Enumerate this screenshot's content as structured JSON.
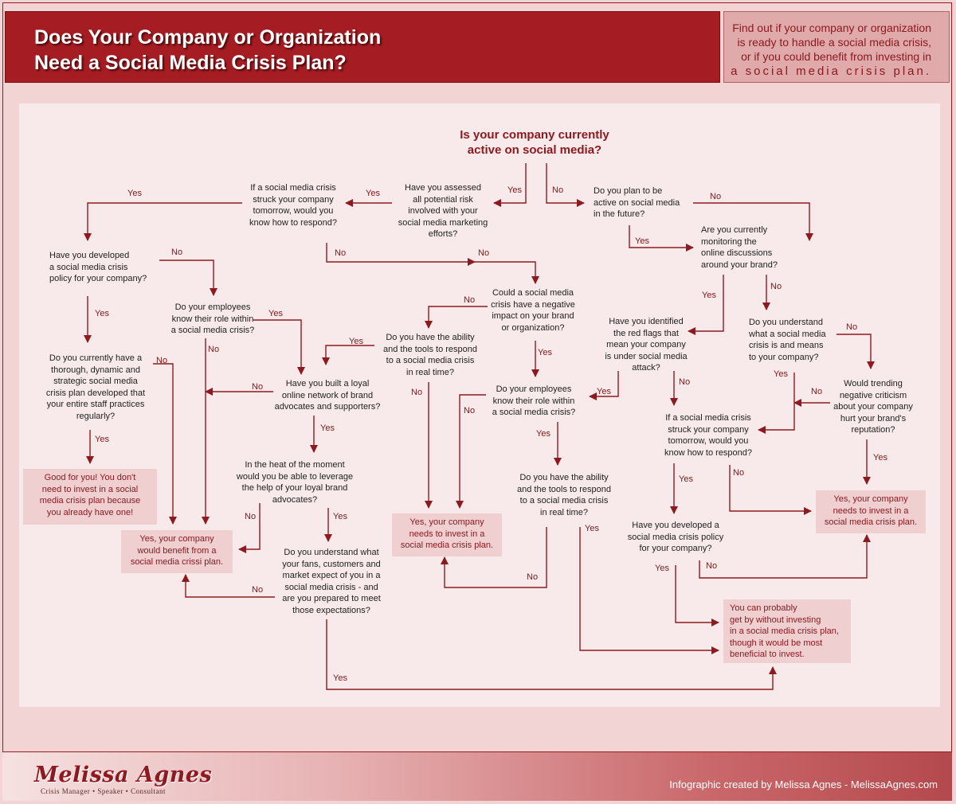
{
  "header": {
    "title_line1": "Does Your Company or Organization",
    "title_line2": "Need a Social Media Crisis Plan?",
    "sub_line1": "Find out if your company or organization",
    "sub_line2": "is ready to handle a social media crisis,",
    "sub_line3": "or if you could benefit from investing in",
    "sub_line4": "a social media crisis plan."
  },
  "footer": {
    "logo_name": "Melissa Agnes",
    "logo_tagline": "Crisis Manager • Speaker • Consultant",
    "credit": "Infographic created by Melissa Agnes - MelissaAgnes.com"
  },
  "flow": {
    "start": [
      "Is your company currently",
      "active on social media?"
    ],
    "assessed_risk": [
      "Have you assessed",
      "all potential risk",
      "involved with your",
      "social media marketing",
      "efforts?"
    ],
    "know_respond_1": [
      "If a social media crisis",
      "struck your company",
      "tomorrow, would you",
      "know how to respond?"
    ],
    "plan_future": [
      "Do you plan to be",
      "active on social media",
      "in the future?"
    ],
    "monitoring": [
      "Are you currently",
      "monitoring the",
      "online discussions",
      "around your brand?"
    ],
    "policy_1": [
      "Have you developed",
      "a social media crisis",
      "policy for your company?"
    ],
    "employees_role_1": [
      "Do your employees",
      "know their role within",
      "a social media crisis?"
    ],
    "negative_impact": [
      "Could a social media",
      "crisis have a negative",
      "impact on your brand",
      "or organization?"
    ],
    "ability_tools_1": [
      "Do you have the ability",
      "and the tools to respond",
      "to a social media crisis",
      "in real time?"
    ],
    "crisis_plan_current": [
      "Do you currently have a",
      "thorough, dynamic and",
      "strategic social media",
      "crisis plan developed that",
      "your entire staff practices",
      "regularly?"
    ],
    "loyal_network": [
      "Have you built a loyal",
      "online network of brand",
      "advocates and supporters?"
    ],
    "employees_role_2": [
      "Do your employees",
      "know their role within",
      "a social media crisis?"
    ],
    "red_flags": [
      "Have you identified",
      "the red flags that",
      "mean your company",
      "is under social media",
      "attack?"
    ],
    "understand_crisis": [
      "Do you understand",
      "what a social media",
      "crisis is and means",
      "to your company?"
    ],
    "trending_criticism": [
      "Would trending",
      "negative criticism",
      "about your company",
      "hurt your brand's",
      "reputation?"
    ],
    "leverage_advocates": [
      "In the heat of the moment",
      "would you be able to leverage",
      "the help of your loyal brand",
      "advocates?"
    ],
    "know_respond_2": [
      "If a social media crisis",
      "struck your company",
      "tomorrow, would you",
      "know how to respond?"
    ],
    "ability_tools_2": [
      "Do you have the ability",
      "and the tools to respond",
      "to a social media crisis",
      "in real time?"
    ],
    "understand_fans": [
      "Do you understand what",
      "your fans, customers and",
      "market expect of you in a",
      "social media crisis - and",
      "are you prepared to meet",
      "those expectations?"
    ],
    "policy_2": [
      "Have you developed a",
      "social media crisis policy",
      "for your company?"
    ],
    "result_good": [
      "Good for you! You don't",
      "need to invest in a social",
      "media crisis plan because",
      "you already have one!"
    ],
    "result_benefit": [
      "Yes, your company",
      "would benefit from a",
      "social media crissi plan."
    ],
    "result_needs_1": [
      "Yes, your company",
      "needs to invest in a",
      "social media crisis plan."
    ],
    "result_needs_2": [
      "Yes, your company",
      "needs to invest in a",
      "social media crisis plan."
    ],
    "result_probably": [
      "You can probably",
      "get by without investing",
      "in a social media crisis plan,",
      "though it would be most",
      "beneficial to invest."
    ]
  },
  "labels": {
    "yes": "Yes",
    "no": "No"
  },
  "colors": {
    "header_red": "#a51d23",
    "arrow": "#8c1a20",
    "panel": "#f8eaea",
    "result_box": "#efcfd0",
    "background": "#f2d4d4"
  }
}
